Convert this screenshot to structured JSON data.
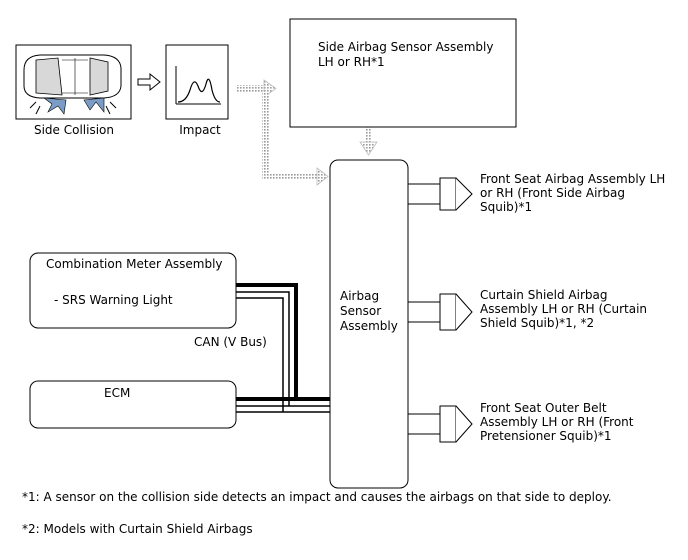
{
  "side_collision": {
    "label": "Side Collision"
  },
  "impact": {
    "label": "Impact"
  },
  "side_sensor": {
    "line1": "Side Airbag Sensor Assembly",
    "line2": "LH or RH*1"
  },
  "combination_meter": {
    "title": "Combination Meter Assembly",
    "item": "- SRS Warning Light"
  },
  "can_label": "CAN (V Bus)",
  "ecm": {
    "label": "ECM"
  },
  "airbag_sensor": {
    "line1": "Airbag",
    "line2": "Sensor",
    "line3": "Assembly"
  },
  "outputs": [
    {
      "line1": "Front Seat Airbag Assembly LH",
      "line2": "or RH (Front Side Airbag",
      "line3": "Squib)*1"
    },
    {
      "line1": "Curtain Shield Airbag",
      "line2": "Assembly LH or RH (Curtain",
      "line3": "Shield Squib)*1, *2"
    },
    {
      "line1": "Front Seat Outer Belt",
      "line2": "Assembly LH or RH (Front",
      "line3": "Pretensioner Squib)*1"
    }
  ],
  "footnotes": {
    "note1": "*1: A sensor on the collision side detects an impact and causes the airbags on that side to deploy.",
    "note2": "*2: Models with Curtain Shield Airbags"
  }
}
